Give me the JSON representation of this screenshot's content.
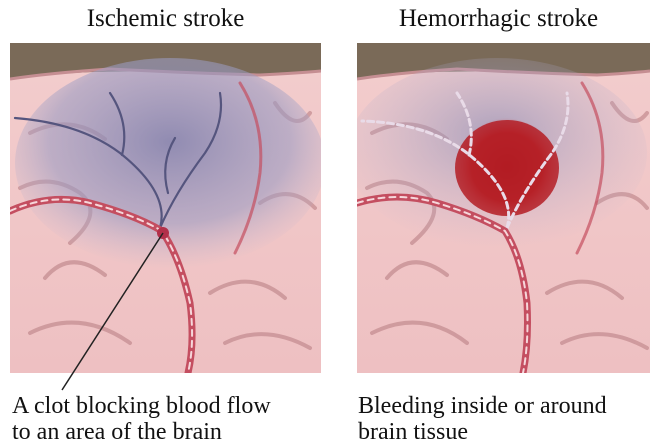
{
  "panels": {
    "left": {
      "title": "Ischemic stroke",
      "caption_line1": "A clot blocking blood flow",
      "caption_line2": "to an area of the brain"
    },
    "right": {
      "title": "Hemorrhagic stroke",
      "caption_line1": "Bleeding inside or around",
      "caption_line2": "brain tissue"
    }
  },
  "colors": {
    "skull": "#7a6a58",
    "brain": "#efc6c6",
    "gyri_fold": "#c58e92",
    "artery": "#c44e60",
    "ischemic_shade": "#8d8fb6",
    "hemorrhage": "#b81c22"
  }
}
